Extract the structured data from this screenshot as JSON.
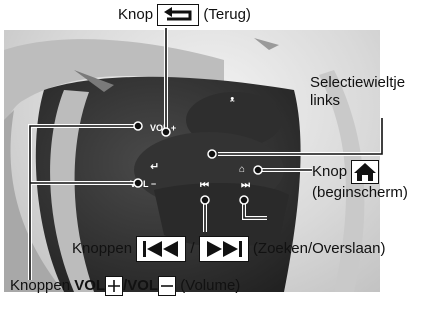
{
  "labels": {
    "back_prefix": "Knop",
    "back_suffix": "(Terug)",
    "selector_line1": "Selectiewieltje",
    "selector_line2": "links",
    "home_prefix": "Knop",
    "home_line2": "(beginscherm)",
    "seek_prefix": "Knoppen",
    "seek_sep": "/",
    "seek_suffix": "(Zoeken/Overslaan)",
    "vol_prefix": "Knoppen",
    "vol_word1": "VOL",
    "vol_sep": "/",
    "vol_word2": "VOL",
    "vol_suffix": "(Volume)"
  },
  "wheel_buttons": {
    "vol_up": "VOL +",
    "vol_down": "VOL −",
    "voice_icon": "voice-icon",
    "back_icon": "back-arrow-icon",
    "home_icon": "home-icon",
    "prev_icon": "skip-back-icon",
    "next_icon": "skip-forward-icon"
  },
  "colors": {
    "wheel_dark": "#2b2b2b",
    "wheel_mid": "#3d3d3d",
    "photo_bg": "#d9d9d9",
    "line": "#111111"
  }
}
